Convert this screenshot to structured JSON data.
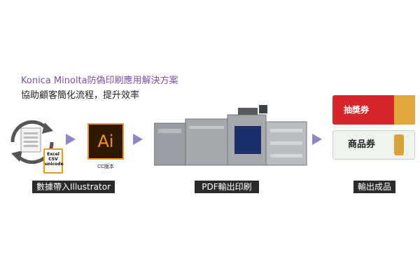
{
  "header": {
    "title": "Konica Minolta防偽印刷應用解決方案",
    "subtitle": "協助顧客簡化流程，提升效率"
  },
  "stages": [
    {
      "label": "數據帶入Illustrator"
    },
    {
      "label": "PDF輸出印刷"
    },
    {
      "label": "輸出成品"
    }
  ],
  "data_source": {
    "badge_lines": [
      "Excel",
      "CSV",
      "unicode"
    ]
  },
  "ai_icon": {
    "glyph": "Ai",
    "caption": "CC版本"
  },
  "outputs": {
    "ticket_1": "抽獎券",
    "ticket_2": "商品券"
  },
  "colors": {
    "title": "#7b52a8",
    "arrow": "#8d86c4",
    "label_bg": "#2b2b2b"
  }
}
